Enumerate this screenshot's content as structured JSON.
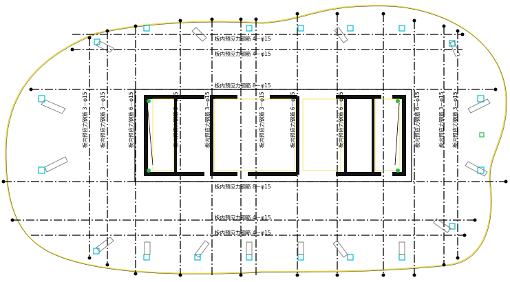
{
  "labels": {
    "h_top_1": "板内预应力钢筋 4－φ15",
    "h_top_2": "板内预应力钢筋 4－φ15",
    "h_core_top": "板内预应力钢筋 8－φ15",
    "h_core_bottom": "板内预应力钢筋 8－φ15",
    "h_bot_1": "板内预应力钢筋 4－φ15",
    "h_bot_2": "板内预应力钢筋 4－φ15",
    "v_left_1": "板内预应力钢筋 3－φ15",
    "v_left_2": "板内预应力钢筋 3－φ15",
    "v_left_3": "板内预应力钢筋 6－φ15",
    "v_core_1": "板内预应力钢筋 3－φ15",
    "v_core_2": "板内预应力钢筋 3－φ15",
    "v_core_3": "板内预应力钢筋 3－φ15",
    "v_core_4": "板内预应力钢筋 6－φ15",
    "v_core_5": "板内预应力钢筋 6－φ15",
    "v_right_1": "板内预应力钢筋 6－φ15",
    "v_right_2": "板内预应力钢筋 3－φ15",
    "v_right_3": "板内预应力钢筋 3－φ15"
  },
  "colors": {
    "outline": "#e8d83a",
    "tendon": "#000000",
    "column": "#00bcd4",
    "wall": "#111111",
    "anchor": "#2db84a"
  }
}
